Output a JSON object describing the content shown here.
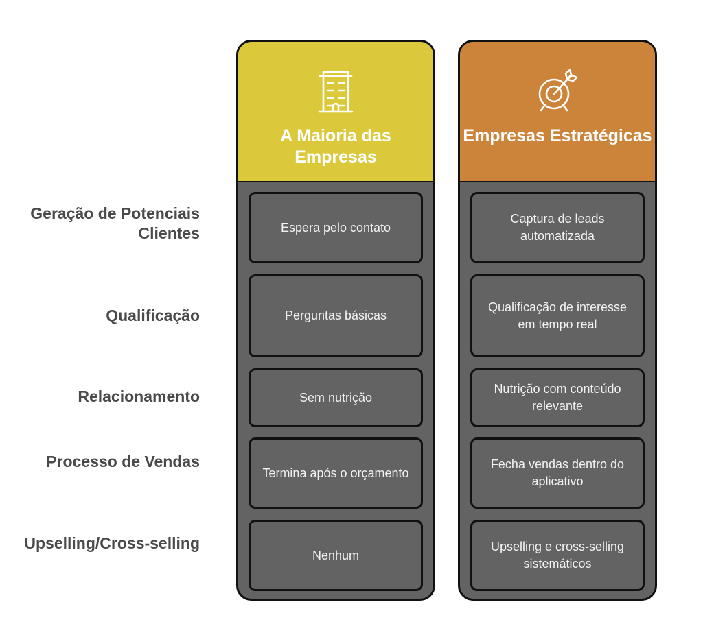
{
  "rows": [
    {
      "label": "Geração de Potenciais Clientes",
      "left": "Espera pelo contato",
      "right": "Captura de leads automatizada"
    },
    {
      "label": "Qualificação",
      "left": "Perguntas básicas",
      "right": "Qualificação de interesse em tempo real"
    },
    {
      "label": "Relacionamento",
      "left": "Sem nutrição",
      "right": "Nutrição com conteúdo relevante"
    },
    {
      "label": "Processo de Vendas",
      "left": "Termina após o orçamento",
      "right": "Fecha vendas dentro do aplicativo"
    },
    {
      "label": "Upselling/Cross-selling",
      "left": "Nenhum",
      "right": "Upselling e cross-selling sistemáticos"
    }
  ],
  "columns": {
    "left": {
      "title": "A Maioria das Empresas",
      "icon": "building-icon",
      "color": "#dbc93b"
    },
    "right": {
      "title": "Empresas Estratégicas",
      "icon": "target-arrow-icon",
      "color": "#cc843b"
    }
  }
}
